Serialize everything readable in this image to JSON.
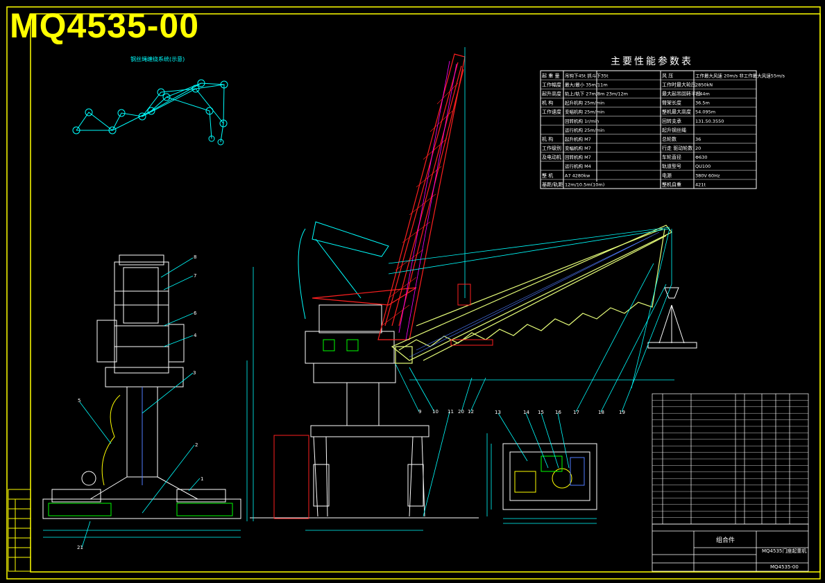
{
  "drawing": {
    "title": "MQ4535-00",
    "params_title": "主要性能参数表",
    "sub_title_left": "钢丝绳缠绕系统(示意)",
    "assembly_label": "组合件",
    "drawing_no": "MQ4535-00",
    "machine_name": "MQ4535门座起重机"
  },
  "params": {
    "rows": [
      [
        "起 重 量",
        "吊钩下45t  抓斗下35t",
        "风 压",
        "工作最大风速 20m/s  非工作最大风速55m/s"
      ],
      [
        "工作幅度",
        "最大/最小  35m/11m",
        "工作时最大轮压",
        "2850kN"
      ],
      [
        "起升高度",
        "轨上/轨下  27m/8m  23m/12m",
        "最大起吊回转半径",
        "7.44m"
      ],
      [
        "机 构",
        "起升机构  25m/min",
        "臂架长度",
        "36.5m"
      ],
      [
        "工作速度",
        "变幅机构  25m/min",
        "整机最大高度",
        "54.095m"
      ],
      [
        "",
        "回转机构  1r/min",
        "回转支承",
        "131.50.3550"
      ],
      [
        "",
        "运行机构  25m/min",
        "起升钢丝绳",
        ""
      ],
      [
        "机 构",
        "起升机构 M7",
        "总轮数",
        "36"
      ],
      [
        "工作级别",
        "变幅机构 M7",
        "行走 驱动轮数",
        "20"
      ],
      [
        "及电动机",
        "回转机构 M7",
        "车轮直径",
        "Φ630"
      ],
      [
        "",
        "运行机构 M4",
        "轨道型号",
        "QU100"
      ],
      [
        "整 机",
        "A7  4280kw",
        "电源",
        "380V 60Hz"
      ],
      [
        "基距/轨距",
        "12m/10.5m(10m)",
        "整机自重",
        "421t"
      ]
    ]
  },
  "callouts": [
    "1",
    "2",
    "3",
    "4",
    "5",
    "6",
    "7",
    "8",
    "9",
    "10",
    "11",
    "12",
    "13",
    "14",
    "15",
    "16",
    "17",
    "18",
    "19",
    "20",
    "21"
  ],
  "colors": {
    "background": "#000000",
    "frame": "#ffff00",
    "structure": "#ffffff",
    "boom": "#e8ff7a",
    "lines": "#00ffff",
    "accent_red": "#ff2020",
    "green": "#00ff00"
  }
}
